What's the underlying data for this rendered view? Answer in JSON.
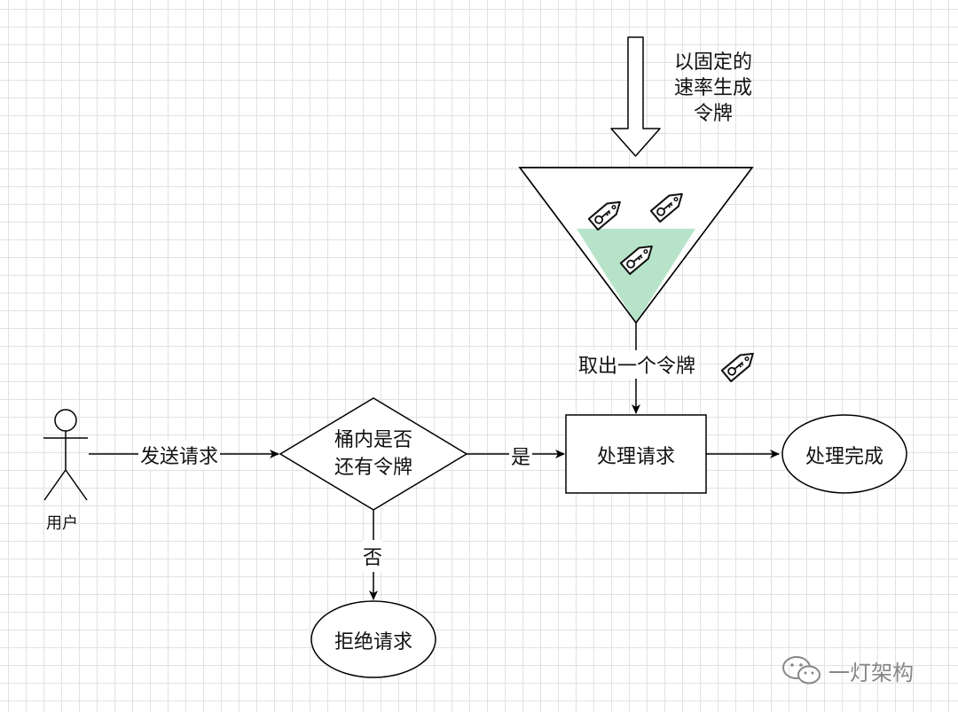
{
  "actor": {
    "label": "用户"
  },
  "rate_label": {
    "lines": [
      "以固定的",
      "速率生成",
      "令牌"
    ]
  },
  "token_tags": [
    "key-tag-icon",
    "key-tag-icon",
    "key-tag-icon",
    "key-tag-icon"
  ],
  "edges": {
    "send_request": "发送请求",
    "yes": "是",
    "no": "否",
    "take_token": "取出一个令牌"
  },
  "decision": {
    "lines": [
      "桶内是否",
      "还有令牌"
    ]
  },
  "process": {
    "label": "处理请求"
  },
  "done": {
    "label": "处理完成"
  },
  "reject": {
    "label": "拒绝请求"
  },
  "colors": {
    "bucket_fill": "#b7e4c9",
    "stroke": "#000000",
    "grid": "#e2e2e2"
  },
  "watermark": {
    "text": "一灯架构",
    "icon": "wechat-icon"
  }
}
